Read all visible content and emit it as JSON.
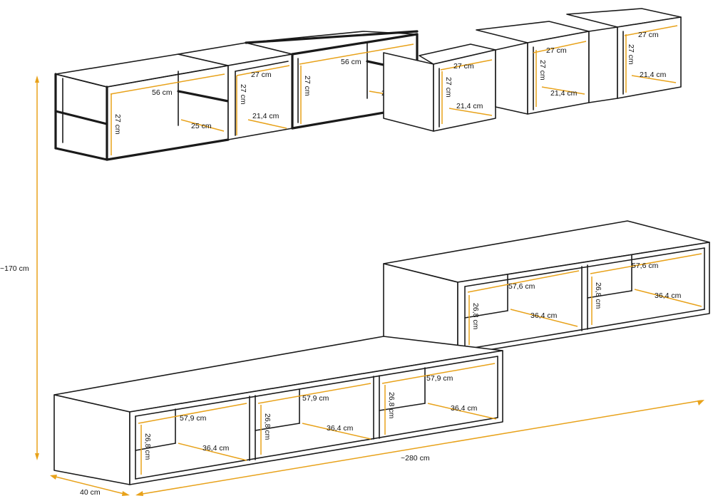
{
  "dimensions": {
    "overall_height": "~170 cm",
    "overall_width": "~280 cm",
    "depth": "40 cm",
    "shelf_width_56": "56 cm",
    "shelf_height_27": "27 cm",
    "shelf_depth_25": "25 cm",
    "cube_width_27": "27 cm",
    "cube_height_27": "27 cm",
    "cube_depth_21": "21,4 cm",
    "cabinet_width": "57,9 cm",
    "cabinet_height": "26,8 cm",
    "cabinet_depth": "36,4 cm",
    "wall_cabinet_width": "57,6 cm",
    "wall_cabinet_height": "26,8 cm",
    "wall_cabinet_depth": "36,4 cm"
  },
  "colors": {
    "outline": "#1a1a1a",
    "dimension_line": "#e8a21a",
    "background": "#ffffff"
  }
}
